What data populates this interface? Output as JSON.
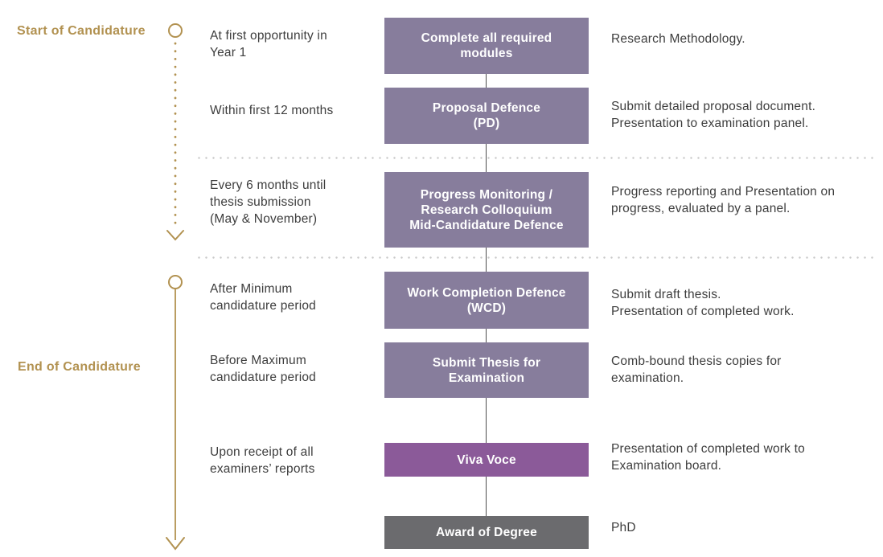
{
  "colors": {
    "gold": "#b29251",
    "box_purple": "#877d9c",
    "viva_purple": "#8b5a99",
    "award_gray": "#6b6b6e",
    "text": "#3d3d3d",
    "connector": "#4d4d4d",
    "separator": "#c9c9c9"
  },
  "timeline": {
    "start_label": "Start of Candidature",
    "end_label": "End of Candidature"
  },
  "rows": [
    {
      "timing": "At first opportunity in\nYear 1",
      "box": "Complete all required\nmodules",
      "desc": "Research Methodology."
    },
    {
      "timing": "Within first 12 months",
      "box": "Proposal Defence\n(PD)",
      "desc": "Submit detailed proposal document.\nPresentation to examination panel."
    },
    {
      "timing": "Every 6 months until\nthesis submission\n(May & November)",
      "box": "Progress Monitoring /\nResearch Colloquium\nMid-Candidature Defence",
      "desc": "Progress reporting and Presentation on\nprogress, evaluated by a panel."
    },
    {
      "timing": "After Minimum\ncandidature period",
      "box": "Work Completion Defence\n(WCD)",
      "desc": "Submit draft thesis.\nPresentation of completed work."
    },
    {
      "timing": "Before Maximum\ncandidature period",
      "box": "Submit Thesis for\nExamination",
      "desc": "Comb-bound thesis copies for\nexamination."
    },
    {
      "timing": "Upon receipt of all\nexaminers’ reports",
      "box": "Viva Voce",
      "desc": "Presentation of completed work to\nExamination board."
    },
    {
      "box": "Award of Degree",
      "desc": "PhD"
    }
  ]
}
